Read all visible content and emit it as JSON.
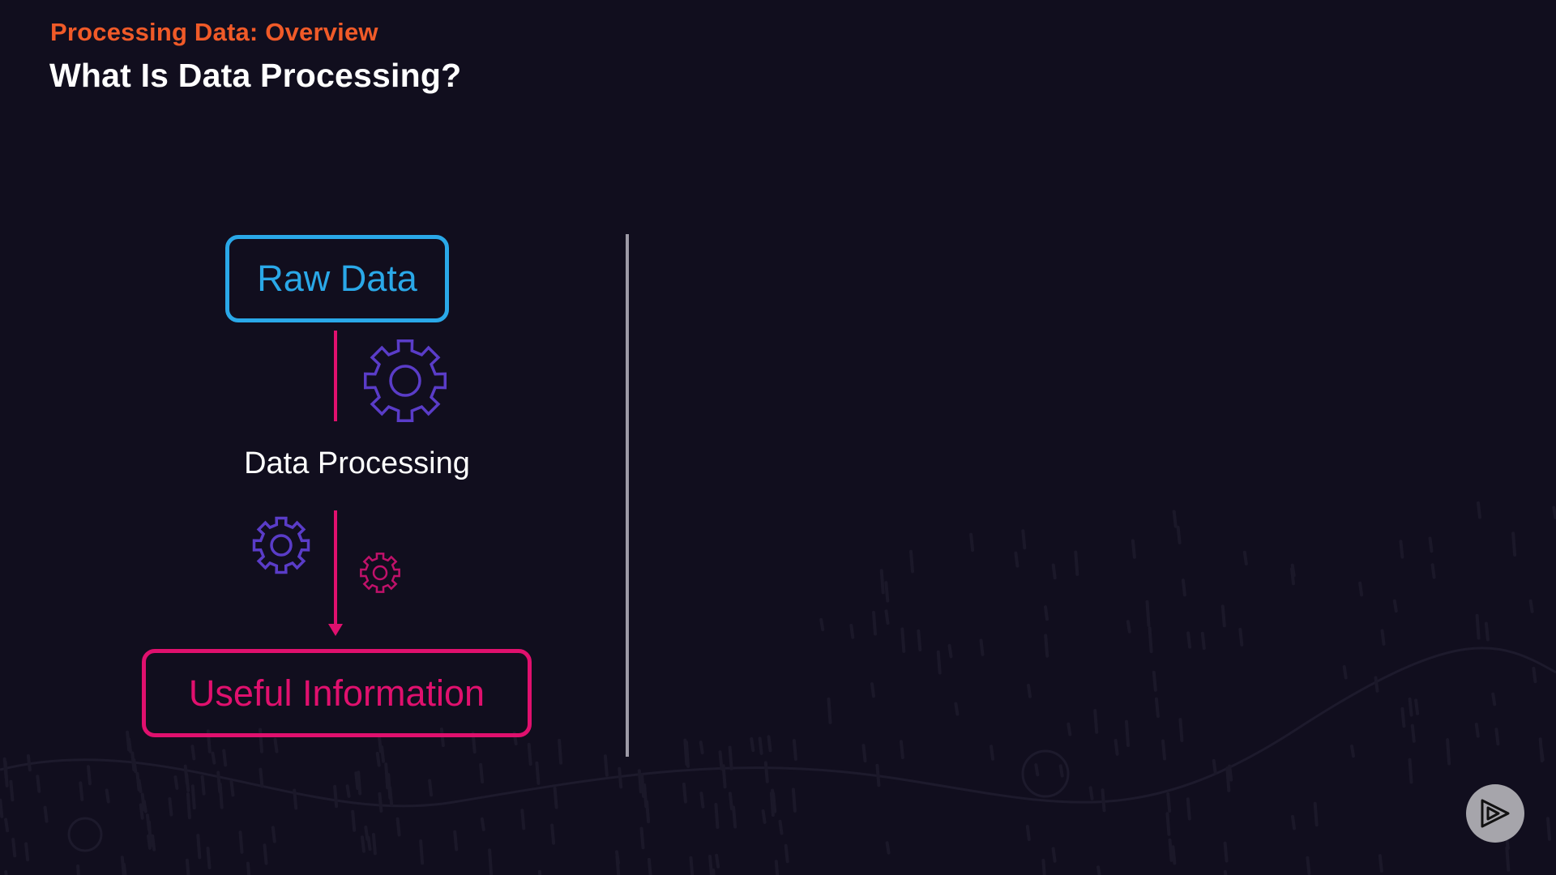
{
  "header": {
    "eyebrow": "Processing Data: Overview",
    "title": "What Is Data Processing?"
  },
  "diagram": {
    "source_label": "Raw Data",
    "process_label": "Data Processing",
    "output_label": "Useful Information"
  },
  "icons": {
    "large_gear": "gear-icon",
    "medium_gear": "gear-icon",
    "small_gear": "gear-icon",
    "play_logo": "play-logo-icon"
  },
  "colors": {
    "background": "#110e1e",
    "eyebrow": "#f05a28",
    "title": "#ffffff",
    "raw_data": "#2aa8e8",
    "useful_information": "#e0106e",
    "connector": "#e0106e",
    "gear_purple": "#5a3cc8",
    "gear_magenta": "#c0116a",
    "divider": "#9d9aa6",
    "play_button": "#a6a5ab"
  }
}
